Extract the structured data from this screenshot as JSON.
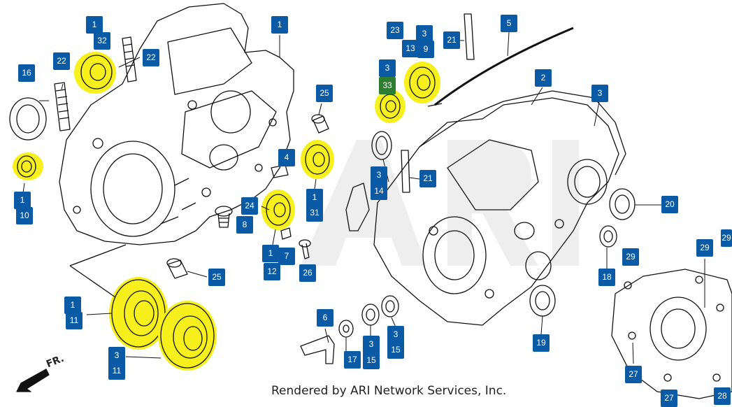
{
  "credit": "Rendered by ARI Network Services, Inc.",
  "direction_label": "FR.",
  "highlight_color": "#f7f01d",
  "callout_color": "#0a5aa6",
  "callouts": [
    "1",
    "32",
    "22",
    "22",
    "16",
    "1",
    "10",
    "1",
    "4",
    "25",
    "1",
    "31",
    "24",
    "8",
    "1",
    "12",
    "7",
    "26",
    "25",
    "1",
    "11",
    "3",
    "11",
    "23",
    "3",
    "13",
    "9",
    "21",
    "5",
    "3",
    "33",
    "2",
    "3",
    "3",
    "14",
    "21",
    "20",
    "18",
    "29",
    "29",
    "29",
    "6",
    "17",
    "3",
    "15",
    "3",
    "15",
    "19",
    "27",
    "27",
    "28"
  ]
}
